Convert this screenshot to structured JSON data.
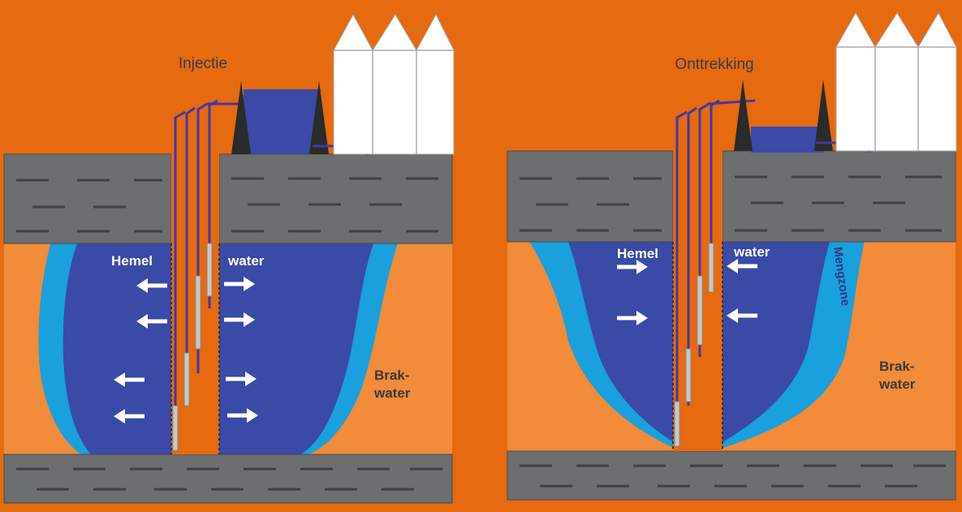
{
  "colors": {
    "background": "#e56a10",
    "aquifer": "#f28b3a",
    "clay": "#6d6e70",
    "clay_line": "#3f4042",
    "freshwater": "#3a4aa6",
    "mixing_zone": "#1aa0dc",
    "pipe": "#4338a0",
    "well_casing": "#e56a10",
    "greenhouse": "#ffffff",
    "arrow": "#ffffff"
  },
  "left_panel": {
    "title": "Injectie",
    "label_left": "Hemel",
    "label_right": "water",
    "brackish_line1": "Brak-",
    "brackish_line2": "water",
    "flow_direction": "outward"
  },
  "right_panel": {
    "title": "Onttrekking",
    "label_left": "Hemel",
    "label_right": "water",
    "mixing_zone": "Mengzone",
    "brackish_line1": "Brak-",
    "brackish_line2": "water",
    "flow_direction": "inward"
  },
  "icons": {
    "greenhouse": "greenhouse-icon",
    "water_basin": "water-basin-icon",
    "flow_arrow": "flow-arrow-icon"
  }
}
